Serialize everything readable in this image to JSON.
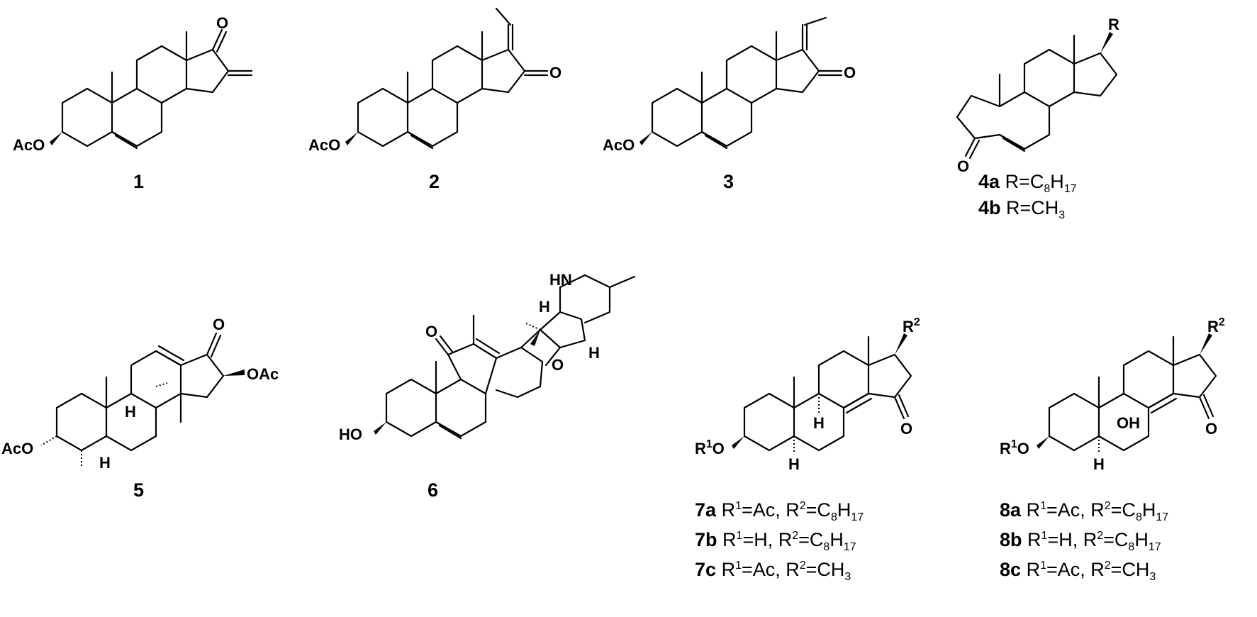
{
  "atoms": {
    "aco": "AcO",
    "oac": "OAc",
    "ho": "HO",
    "o": "O",
    "oh": "OH",
    "h": "H",
    "hn": "HN",
    "r": "R",
    "r1o_main": "R",
    "r1o_sup": "1",
    "r1o_tail": "O",
    "r2_main": "R",
    "r2_sup": "2"
  },
  "compounds": {
    "c1": "1",
    "c2": "2",
    "c3": "3",
    "c5": "5",
    "c6": "6"
  },
  "captions": {
    "c4a": {
      "id": "4a",
      "text": "R=C",
      "sub": "8",
      "tail": "H",
      "sub2": "17"
    },
    "c4b": {
      "id": "4b",
      "text": "R=CH",
      "sub": "3"
    },
    "c7a": {
      "id": "7a",
      "pre": "R",
      "sup1": "1",
      "mid": "=Ac,  R",
      "sup2": "2",
      "eq": "=C",
      "sub": "8",
      "tail": "H",
      "sub2": "17"
    },
    "c7b": {
      "id": "7b",
      "pre": "R",
      "sup1": "1",
      "mid": "=H,    R",
      "sup2": "2",
      "eq": "=C",
      "sub": "8",
      "tail": "H",
      "sub2": "17"
    },
    "c7c": {
      "id": "7c",
      "pre": "R",
      "sup1": "1",
      "mid": "=Ac,  R",
      "sup2": "2",
      "eq": "=CH",
      "sub": "3"
    },
    "c8a": {
      "id": "8a",
      "pre": "R",
      "sup1": "1",
      "mid": "=Ac,  R",
      "sup2": "2",
      "eq": "=C",
      "sub": "8",
      "tail": "H",
      "sub2": "17"
    },
    "c8b": {
      "id": "8b",
      "pre": "R",
      "sup1": "1",
      "mid": "=H,    R",
      "sup2": "2",
      "eq": "=C",
      "sub": "8",
      "tail": "H",
      "sub2": "17"
    },
    "c8c": {
      "id": "8c",
      "pre": "R",
      "sup1": "1",
      "mid": "=Ac,  R",
      "sup2": "2",
      "eq": "=CH",
      "sub": "3"
    }
  }
}
